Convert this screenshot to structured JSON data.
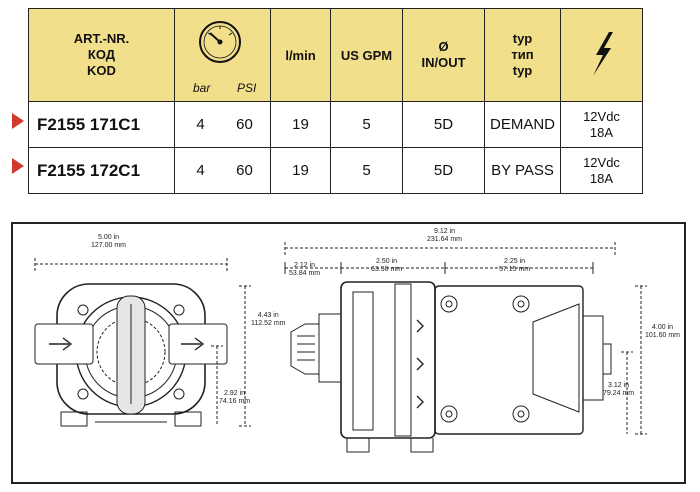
{
  "table": {
    "headers": {
      "art_nr": [
        "ART.-NR.",
        "КОД",
        "KOD"
      ],
      "pressure_bar": "bar",
      "pressure_psi": "PSI",
      "flow_lmin": "l/min",
      "flow_gpm": "US GPM",
      "diameter": [
        "Ø",
        "IN/OUT"
      ],
      "type": [
        "typ",
        "тип",
        "typ"
      ],
      "power_icon": "lightning-bolt-icon",
      "gauge_icon": "pressure-gauge-icon"
    },
    "rows": [
      {
        "art_nr": "F2155 171C1",
        "bar": "4",
        "psi": "60",
        "lmin": "19",
        "gpm": "5",
        "inout": "5D",
        "type": "DEMAND",
        "power": [
          "12Vdc",
          "18A"
        ]
      },
      {
        "art_nr": "F2155 172C1",
        "bar": "4",
        "psi": "60",
        "lmin": "19",
        "gpm": "5",
        "inout": "5D",
        "type": "BY PASS",
        "power": [
          "12Vdc",
          "18A"
        ]
      }
    ]
  },
  "colors": {
    "header_bg": "#f2df8c",
    "marker": "#d23a2e",
    "border": "#222222"
  },
  "drawing": {
    "front_view": {
      "width": [
        "5.00 in",
        "127.00 mm"
      ],
      "height": [
        "4.43 in",
        "112.52 mm"
      ],
      "port_height": [
        "2.92 in",
        "74.16 mm"
      ]
    },
    "side_view": {
      "overall": [
        "9.12 in",
        "231.64 mm"
      ],
      "port_length": [
        "2.12 in",
        "53.84 mm"
      ],
      "head_length": [
        "2.50 in",
        "63.50 mm"
      ],
      "motor_section": [
        "2.25 in",
        "57.15 mm"
      ],
      "height": [
        "4.00 in",
        "101.60 mm"
      ],
      "mount_height": [
        "3.12 in",
        "79.24 mm"
      ]
    }
  }
}
